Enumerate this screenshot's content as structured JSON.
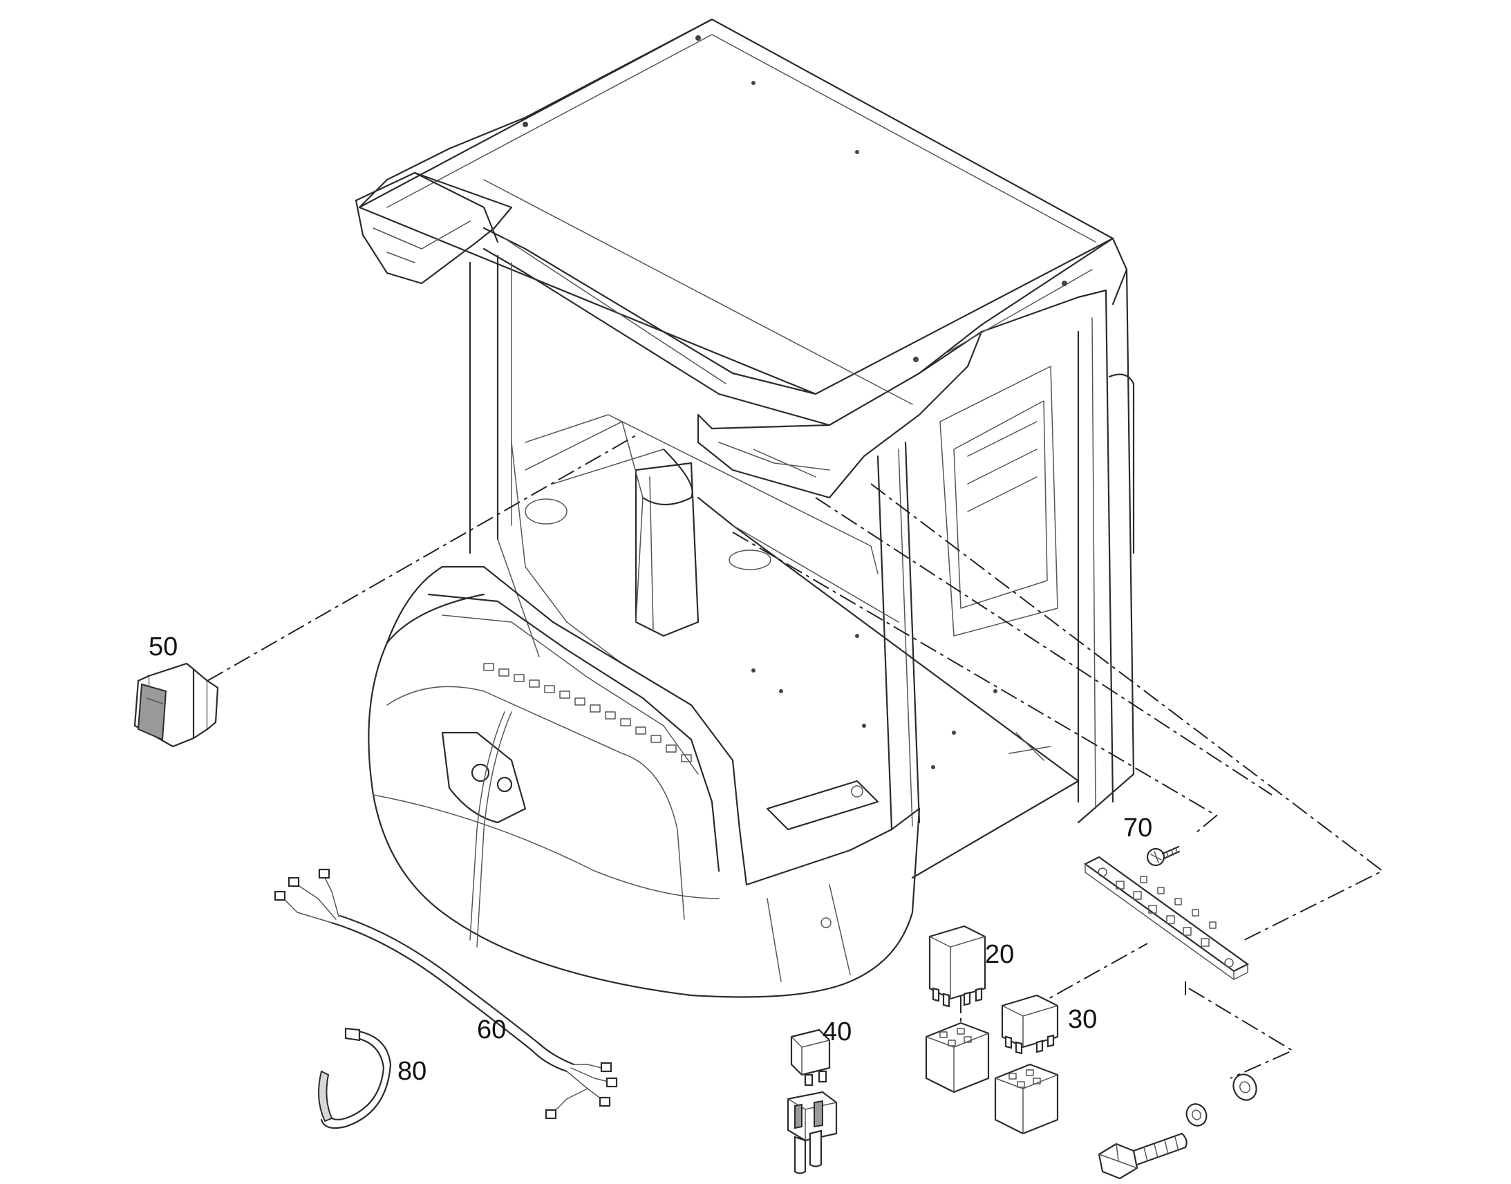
{
  "callouts": {
    "c20": "20",
    "c30": "30",
    "c40": "40",
    "c50": "50",
    "c60": "60",
    "c70": "70",
    "c80": "80"
  },
  "colors": {
    "line": "#2b2b2b",
    "background": "#ffffff"
  }
}
